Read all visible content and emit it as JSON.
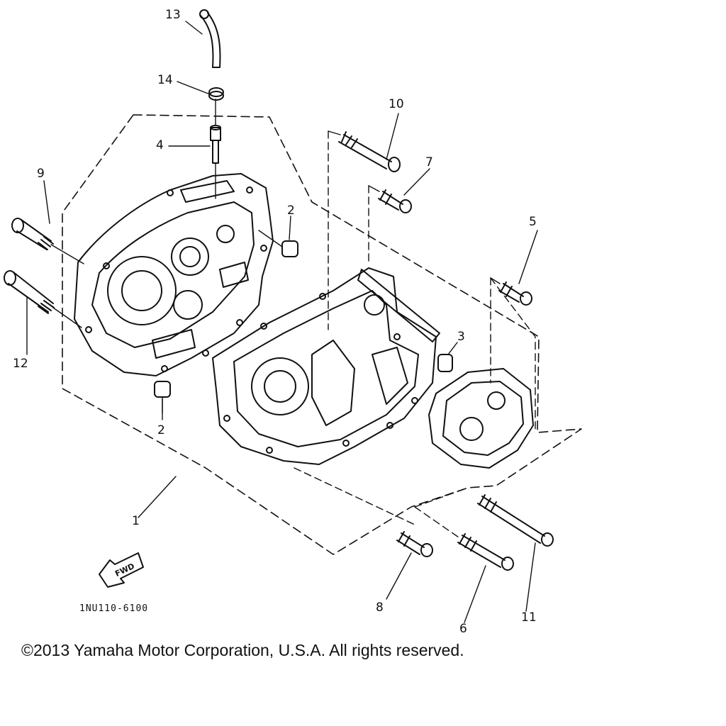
{
  "callouts": {
    "c1": "1",
    "c2a": "2",
    "c2b": "2",
    "c3": "3",
    "c4": "4",
    "c5": "5",
    "c6": "6",
    "c7": "7",
    "c8": "8",
    "c9": "9",
    "c10": "10",
    "c11": "11",
    "c12": "12",
    "c13": "13",
    "c14": "14"
  },
  "fwd_label": "FWD",
  "drawing_ref": "1NU110-6100",
  "copyright": "©2013 Yamaha Motor Corporation, U.S.A. All rights reserved.",
  "colors": {
    "ink": "#111111",
    "background": "#ffffff"
  }
}
